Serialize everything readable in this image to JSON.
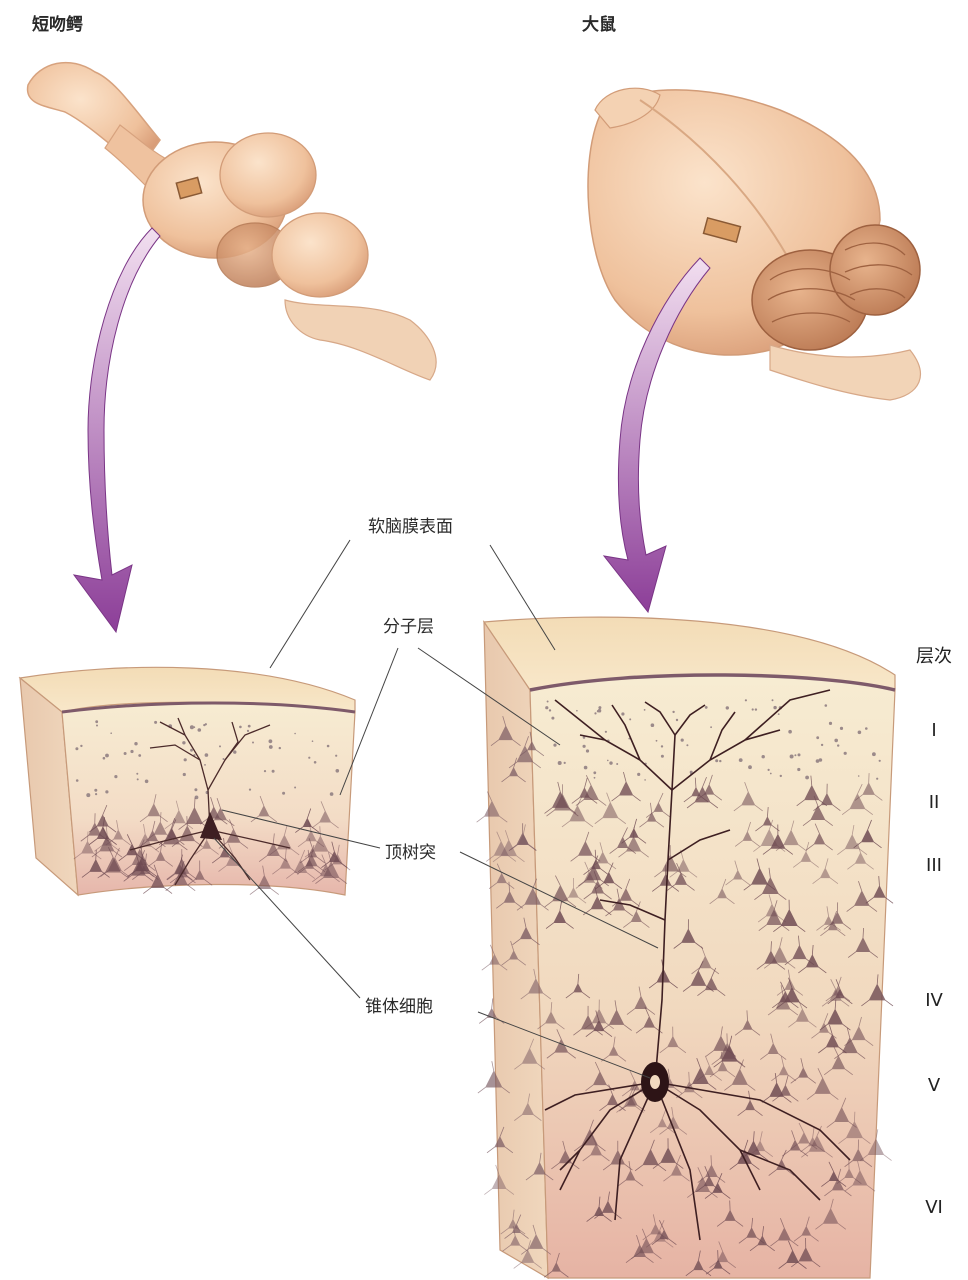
{
  "animals": {
    "left": "短吻鳄",
    "right": "大鼠"
  },
  "annotations": {
    "pia_surface": "软脑膜表面",
    "molecular_layer": "分子层",
    "apical_dendrite": "顶树突",
    "pyramidal_cell": "锥体细胞"
  },
  "layers": {
    "heading": "层次",
    "items": [
      "I",
      "II",
      "III",
      "IV",
      "V",
      "VI"
    ]
  },
  "colors": {
    "arrow": "#9a4fa5",
    "tissue_light": "#f4e3c6",
    "tissue_dark": "#e3b8a0",
    "brain": "#f0c9a6",
    "neuron": "#4b2a2a"
  }
}
